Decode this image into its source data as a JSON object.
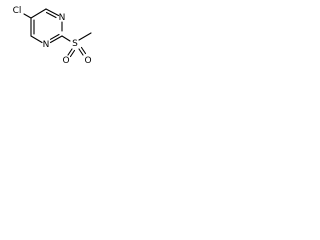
{
  "molecule": {
    "name": "",
    "atoms": {
      "chlorine": "Cl",
      "nitrogen_top": "N",
      "nitrogen_bottom": "N",
      "sulfur": "S",
      "oxygen_left": "O",
      "oxygen_right": "O"
    }
  }
}
